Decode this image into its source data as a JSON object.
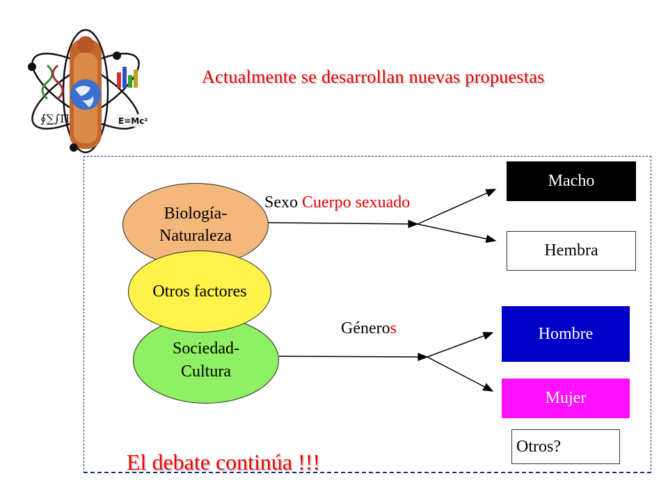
{
  "header": {
    "title": "Actualmente se desarrollan nuevas propuestas"
  },
  "logo": {
    "icon": "science-atom-logo",
    "formula_text": "E=Mc²"
  },
  "diagram": {
    "ellipses": {
      "biologia": "Biología-\nNaturaleza",
      "otros_factores": "Otros factores",
      "sociedad": "Sociedad-\nCultura"
    },
    "labels": {
      "sexo": "Sexo",
      "cuerpo_sexuado": "Cuerpo sexuado",
      "generos_base": "Género",
      "generos_suffix": "s"
    },
    "boxes": {
      "macho": "Macho",
      "hembra": "Hembra",
      "hombre": "Hombre",
      "mujer": "Mujer",
      "otros": "Otros?"
    }
  },
  "footer": {
    "debate": "El debate continúa !!!"
  },
  "colors": {
    "title": "#e00000",
    "biologia": "#f4b87d",
    "otros_factores": "#fff24a",
    "sociedad": "#8ef062",
    "macho": "#000000",
    "hombre": "#0000c8",
    "mujer": "#ff10ff",
    "frame": "#1a2a8a"
  }
}
